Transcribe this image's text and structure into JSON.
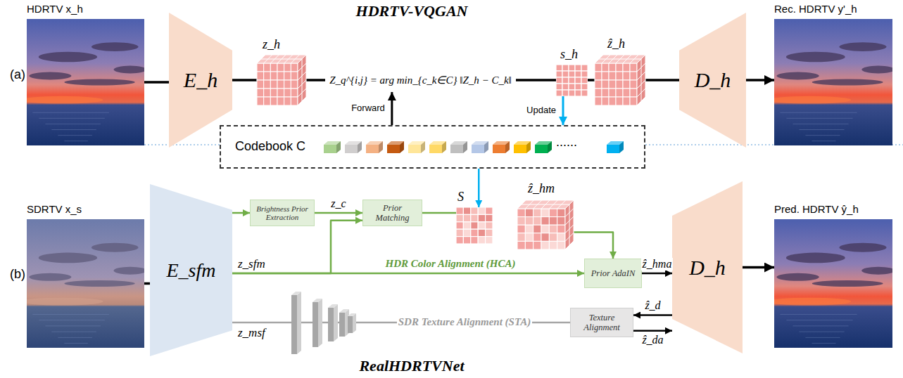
{
  "diagram": {
    "nodes": [
      {
        "text": [
          "HDRTV x_h"
        ]
      },
      {
        "text": [
          "E_h"
        ]
      },
      {
        "text": [
          "z_h"
        ]
      },
      {
        "text": [
          "Z_q^{i,j} = arg min_{c_k∈C} ‖Z_h − C_k‖"
        ]
      },
      {
        "text": [
          "s_h"
        ]
      },
      {
        "text": [
          "ẑ_h"
        ]
      },
      {
        "text": [
          "D_h"
        ]
      },
      {
        "text": [
          "Rec. HDRTV y'_h"
        ]
      },
      {
        "text": [
          "Codebook C",
          "......"
        ]
      },
      {
        "text": [
          "SDRTV x_s"
        ]
      },
      {
        "text": [
          "E_sfm"
        ]
      },
      {
        "text": [
          "Brightness Prior Extraction"
        ]
      },
      {
        "text": [
          "Prior Matching"
        ]
      },
      {
        "text": [
          "S"
        ]
      },
      {
        "text": [
          "ẑ_hm"
        ]
      },
      {
        "text": [
          "Prior AdaIN"
        ]
      },
      {
        "text": [
          "D_h"
        ]
      },
      {
        "text": [
          "Pred. HDRTV ŷ_h"
        ]
      },
      {
        "text": [
          "Texture Alignment"
        ]
      }
    ],
    "edges": [
      {
        "from": 0,
        "to": 1,
        "arrow": "none"
      },
      {
        "from": 1,
        "to": 2,
        "arrow": "none"
      },
      {
        "from": 2,
        "to": 3,
        "arrow": "none"
      },
      {
        "from": 3,
        "to": 4,
        "arrow": "none"
      },
      {
        "from": 4,
        "to": 5,
        "arrow": "none"
      },
      {
        "from": 5,
        "to": 6,
        "arrow": "none"
      },
      {
        "from": 6,
        "to": 7,
        "arrow": "to"
      },
      {
        "from": 8,
        "to": 3,
        "label": "Forward",
        "arrow": "to"
      },
      {
        "from": 4,
        "to": 8,
        "label": "Update",
        "arrow": "to"
      },
      {
        "from": 8,
        "to": 13,
        "arrow": "to"
      },
      {
        "from": 9,
        "to": 10,
        "arrow": "none"
      },
      {
        "from": 10,
        "to": 11,
        "arrow": "to"
      },
      {
        "from": 11,
        "to": 12,
        "label": "z_c",
        "arrow": "to"
      },
      {
        "from": 10,
        "to": 12,
        "arrow": "to"
      },
      {
        "from": 12,
        "to": 13,
        "arrow": "none"
      },
      {
        "from": 14,
        "to": 15,
        "arrow": "to"
      },
      {
        "from": 10,
        "to": 15,
        "label": "HDR Color Alignment (HCA)",
        "arrow": "to"
      },
      {
        "from": 15,
        "to": 16,
        "label": "ẑ_hma",
        "arrow": "to"
      },
      {
        "from": 10,
        "to": 18,
        "label": "SDR Texture Alignment (STA)",
        "arrow": "none"
      },
      {
        "from": 16,
        "to": 18,
        "label": "ẑ_d",
        "arrow": "to"
      },
      {
        "from": 18,
        "to": 16,
        "label": "ẑ_da",
        "arrow": "to"
      },
      {
        "from": 16,
        "to": 17,
        "arrow": "to"
      }
    ],
    "labels": [
      "HDRTV-VQGAN",
      "(a)",
      "(b)",
      "z_sfm",
      "z_msf",
      "RealHDRTVNet"
    ]
  }
}
